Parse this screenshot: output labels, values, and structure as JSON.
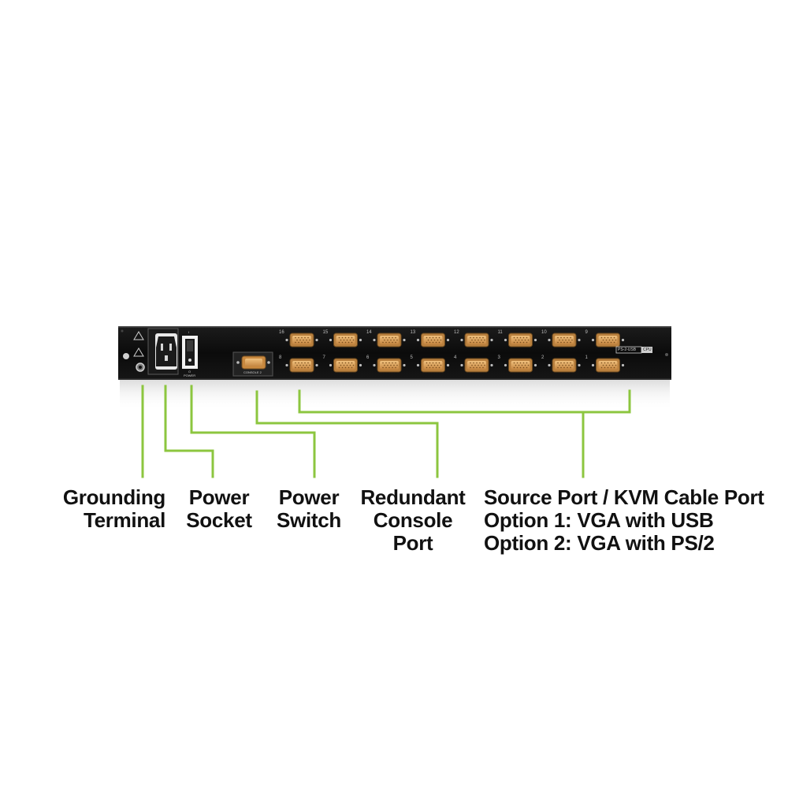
{
  "device": {
    "power_label": "POWER",
    "switch_on_mark": "I",
    "switch_off_mark": "O",
    "console_label": "CONSOLE 2",
    "model_badge": "PS-2-USB",
    "cpu_badge": "CPU",
    "top_port_numbers": [
      "16",
      "15",
      "14",
      "13",
      "12",
      "11",
      "10",
      "9"
    ],
    "bottom_port_numbers": [
      "8",
      "7",
      "6",
      "5",
      "4",
      "3",
      "2",
      "1"
    ]
  },
  "callouts": {
    "grounding": [
      "Grounding",
      "Terminal"
    ],
    "power_socket": [
      "Power",
      "Socket"
    ],
    "power_switch": [
      "Power",
      "Switch"
    ],
    "redundant_console": [
      "Redundant",
      "Console",
      "Port"
    ],
    "source_port": [
      "Source Port / KVM Cable Port",
      "Option 1: VGA with USB",
      "Option 2: VGA with PS/2"
    ]
  },
  "colors": {
    "chassis": "#0d0d0d",
    "port_gold": "#d9a25a",
    "callout_line": "#8cc63f",
    "label_text": "#111111"
  }
}
